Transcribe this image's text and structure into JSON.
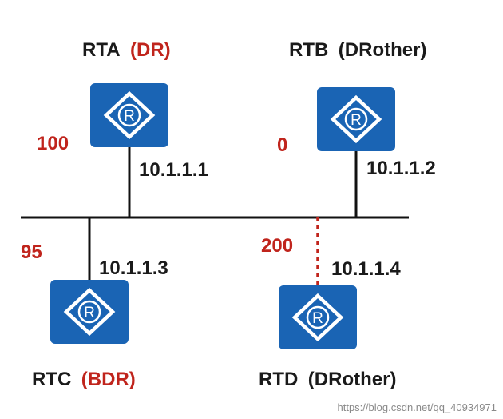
{
  "routers": [
    {
      "id": "rta",
      "name": "RTA",
      "role": "(DR)",
      "role_color": "#c0241c",
      "priority": "100",
      "ip": "10.1.1.1"
    },
    {
      "id": "rtb",
      "name": "RTB",
      "role": "(DRother)",
      "role_color": "#1a1a1a",
      "priority": "0",
      "ip": "10.1.1.2"
    },
    {
      "id": "rtc",
      "name": "RTC",
      "role": "(BDR)",
      "role_color": "#c0241c",
      "priority": "95",
      "ip": "10.1.1.3"
    },
    {
      "id": "rtd",
      "name": "RTD",
      "role": "(DRother)",
      "role_color": "#1a1a1a",
      "priority": "200",
      "ip": "10.1.1.4"
    }
  ],
  "router_icon": "router-icon",
  "colors": {
    "router_fill": "#1a64b4",
    "priority": "#c0241c",
    "link": "#111111",
    "dashed_link": "#c0241c"
  },
  "watermark": "https://blog.csdn.net/qq_40934971"
}
